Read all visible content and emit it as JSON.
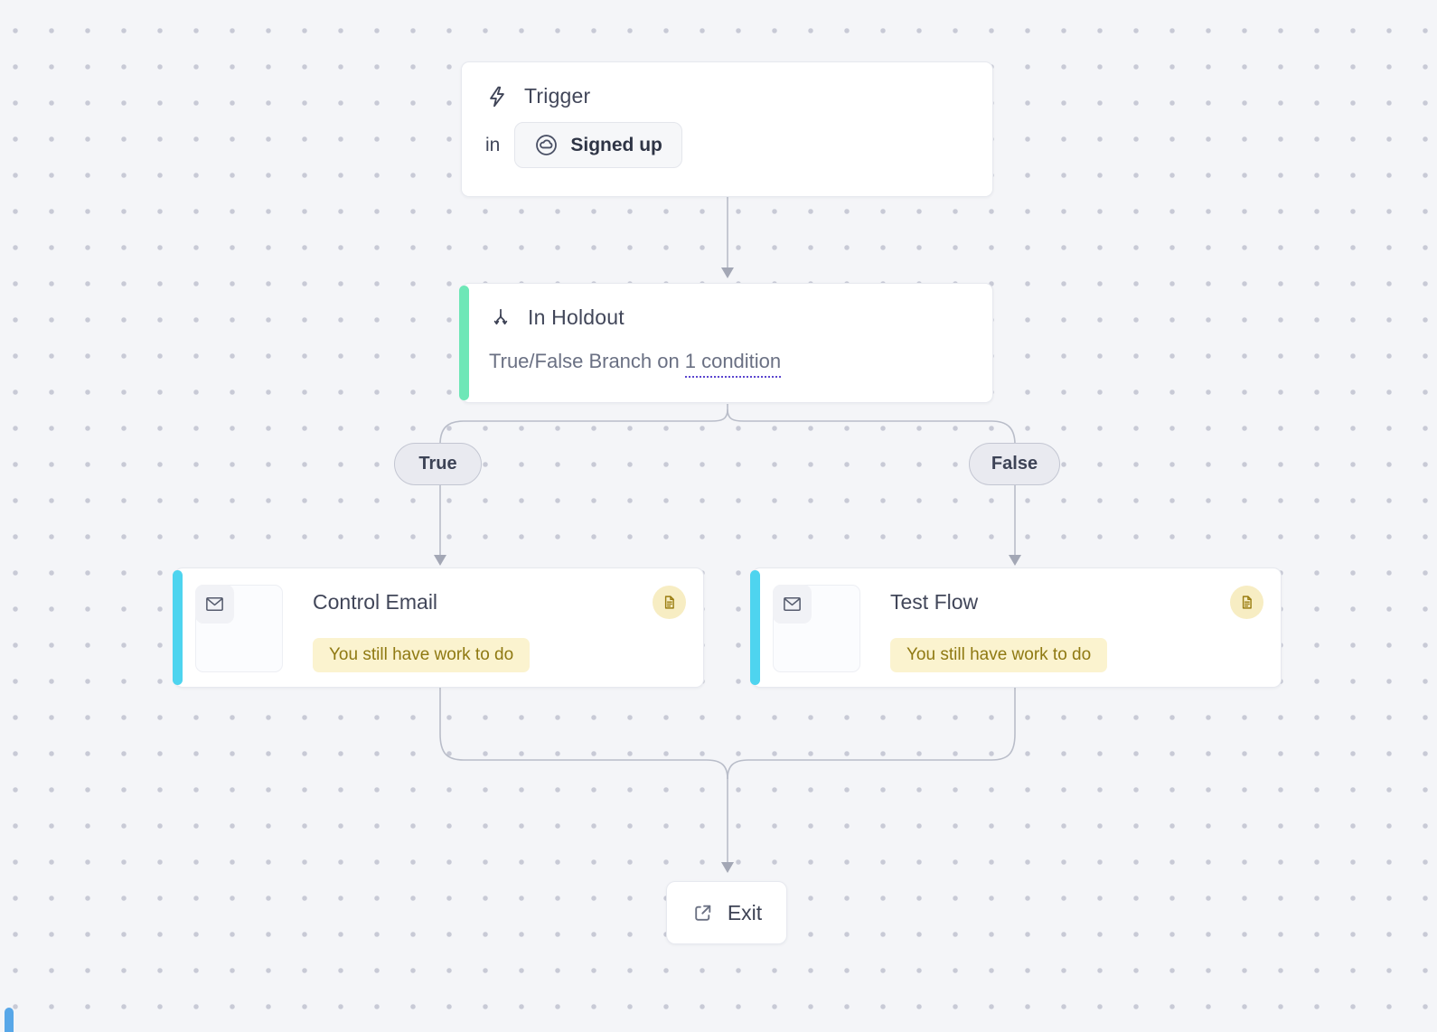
{
  "trigger": {
    "title": "Trigger",
    "in_label": "in",
    "event": "Signed up"
  },
  "holdout": {
    "title": "In Holdout",
    "desc_prefix": "True/False Branch on",
    "condition_link": "1 condition"
  },
  "branches": {
    "true_label": "True",
    "false_label": "False"
  },
  "email_nodes": [
    {
      "title": "Control Email",
      "warning": "You still have work to do"
    },
    {
      "title": "Test Flow",
      "warning": "You still have work to do"
    }
  ],
  "exit": {
    "label": "Exit"
  },
  "icons": {
    "trigger": "lightning-icon",
    "event": "event-circle-icon",
    "holdout": "branch-split-icon",
    "email": "envelope-icon",
    "status": "document-icon",
    "exit": "external-link-icon"
  },
  "colors": {
    "canvas_bg": "#f4f5f8",
    "dot_grid": "#c8cad6",
    "accent_green": "#6ee7b7",
    "accent_cyan": "#4ed4ef",
    "accent_blue_partial": "#58a7e8",
    "warning_bg": "#fbf3cf",
    "warning_text": "#8f7912",
    "connector": "#b9bdc9",
    "condition_underline": "#5b46cf",
    "pill_bg": "#e9eaf0",
    "doc_badge_bg": "#f7edc3",
    "doc_badge_icon": "#9a7d10"
  }
}
